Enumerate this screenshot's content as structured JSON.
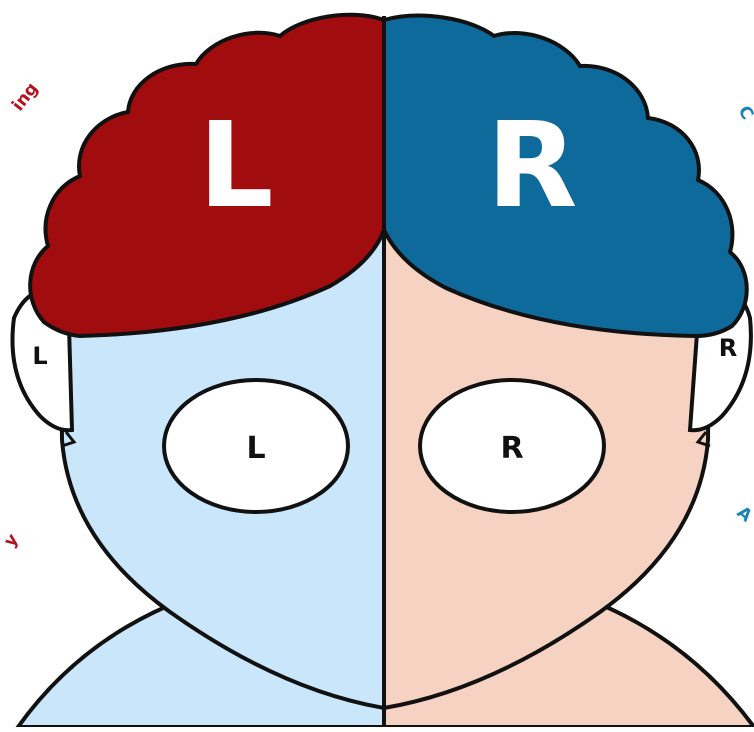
{
  "colors": {
    "left_brain": "#A10C0E",
    "right_brain": "#0F6A9C",
    "left_face": "#C9E6FA",
    "right_face": "#F6D2C2",
    "outline": "#111111",
    "left_text": "#B4121E",
    "right_text": "#1A83B8"
  },
  "brain": {
    "left_label": "L",
    "right_label": "R"
  },
  "eyes": {
    "left_label": "L",
    "right_label": "R"
  },
  "ears": {
    "left_label": "L",
    "right_label": "R"
  },
  "edge_text": {
    "left_top": "ing",
    "left_mid": "y",
    "right_top": "C",
    "right_mid": "A"
  }
}
